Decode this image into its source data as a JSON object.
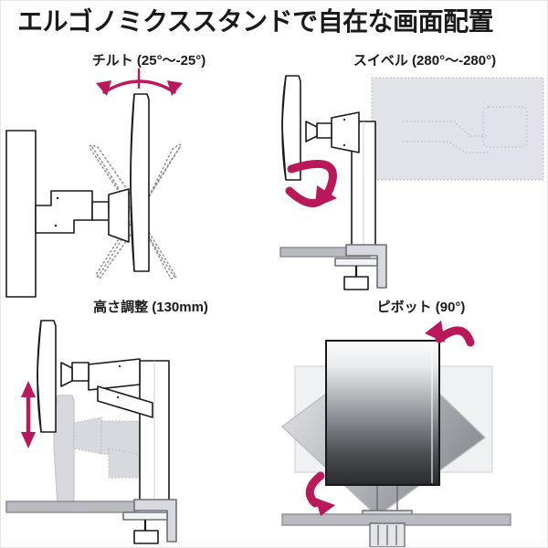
{
  "page": {
    "title": "エルゴノミクススタンドで自在な画面配置",
    "background_color": "#ffffff",
    "border_color": "#e6e6e6",
    "accent_color": "#b9185a",
    "line_color": "#1a1a1a",
    "ghost_color": "#c9ccd3"
  },
  "panels": [
    {
      "id": "tilt",
      "caption": "チルト (25°〜-25°)",
      "motion": "tilt",
      "range_label": "25°〜-25°",
      "arrow": "double-arc-arrow",
      "ghost_style": "dotted-outline",
      "icon_names": [
        "monitor-side-view",
        "arm-joint",
        "wall-pole",
        "tilt-arrow-icon"
      ]
    },
    {
      "id": "swivel",
      "caption": "スイベル (280°〜-280°)",
      "motion": "swivel",
      "range_label": "280°〜-280°",
      "arrow": "curved-sweep-arrow",
      "ghost_style": "filled-gray-panel",
      "icon_names": [
        "monitor-side-view",
        "desk-pole",
        "desk-clamp",
        "swivel-arrow-icon"
      ]
    },
    {
      "id": "height",
      "caption": "高さ調整 (130mm)",
      "motion": "height",
      "range_label": "130mm",
      "arrow": "double-vertical-arrow",
      "ghost_style": "filled-gray-lowered",
      "icon_names": [
        "monitor-side-view",
        "arm-joint",
        "desk-pole",
        "desk-clamp",
        "height-arrow-icon"
      ]
    },
    {
      "id": "pivot",
      "caption": "ピボット (90°)",
      "motion": "pivot",
      "range_label": "90°",
      "arrow": "two-curved-rotate-arrows",
      "ghost_style": "rotated-gray-panels",
      "icon_names": [
        "monitor-front-portrait",
        "desk-pole",
        "desk-clamp",
        "pivot-arrow-icon"
      ]
    }
  ]
}
